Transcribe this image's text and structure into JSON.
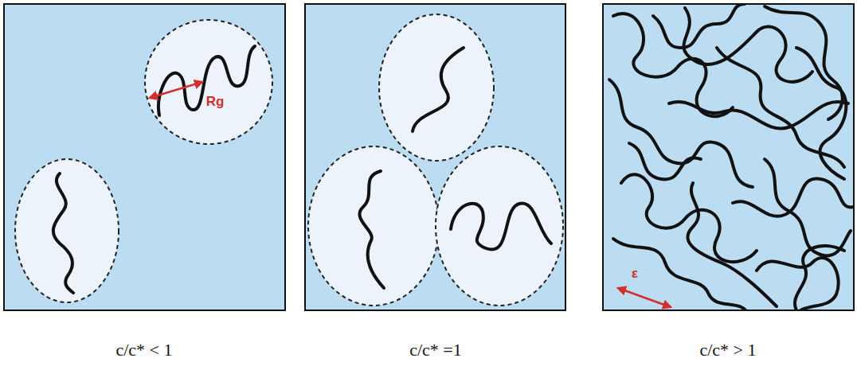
{
  "diagram": {
    "labels": [
      "Rg",
      "ε",
      "c/c* < 1",
      "c/c* =1",
      "c/c* > 1"
    ]
  }
}
